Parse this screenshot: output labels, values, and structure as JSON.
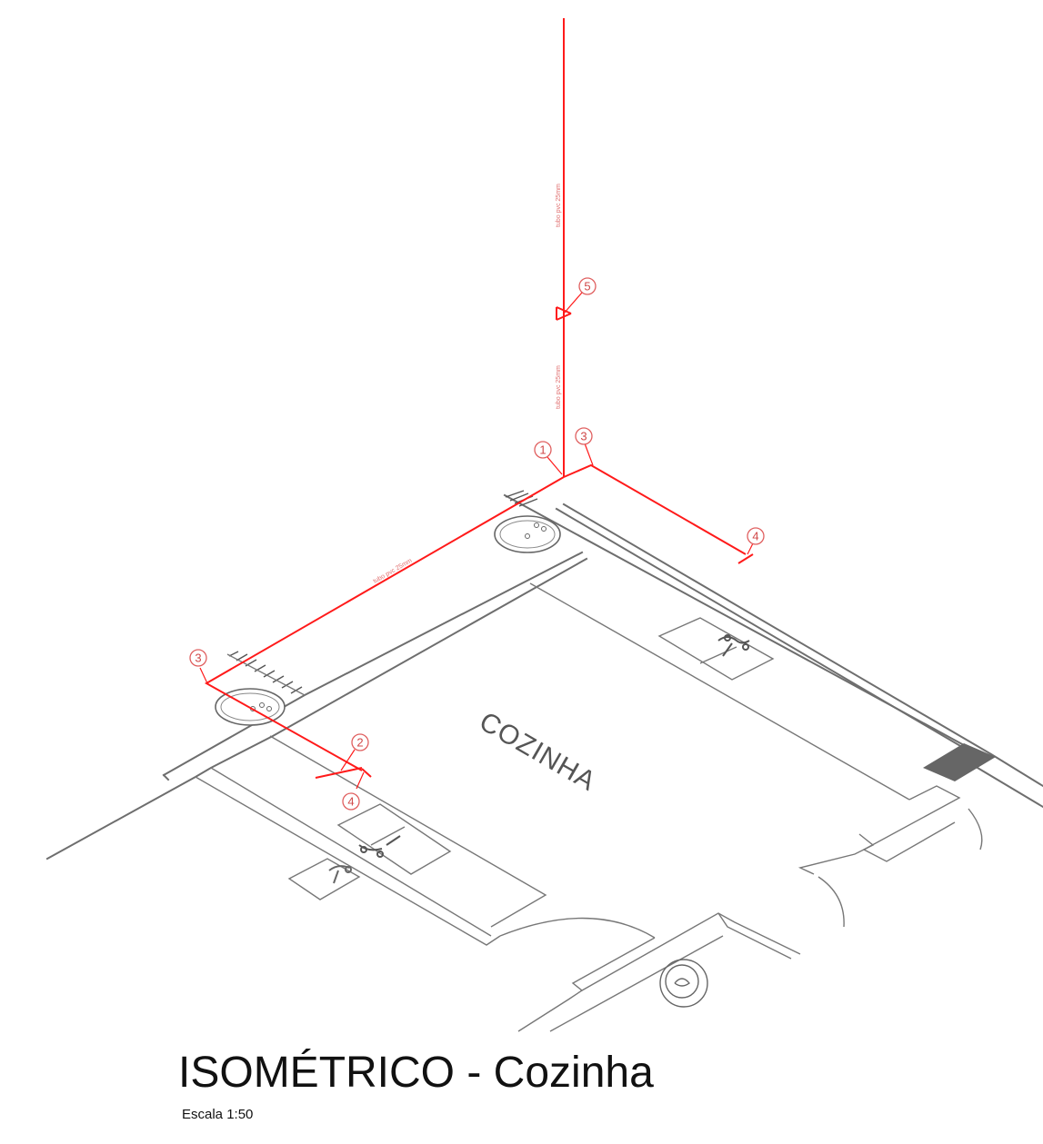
{
  "drawing": {
    "title": "ISOMÉTRICO - Cozinha",
    "scale": "Escala 1:50",
    "room_label": "COZINHA",
    "pipe_label": "tubo pvc 25mm",
    "accent_color": "#ff1a1a",
    "line_color": "#6e6e6e"
  },
  "tags": {
    "t1": "1",
    "t2": "2",
    "t3a": "3",
    "t3b": "3",
    "t4a": "4",
    "t4b": "4",
    "t5": "5"
  }
}
